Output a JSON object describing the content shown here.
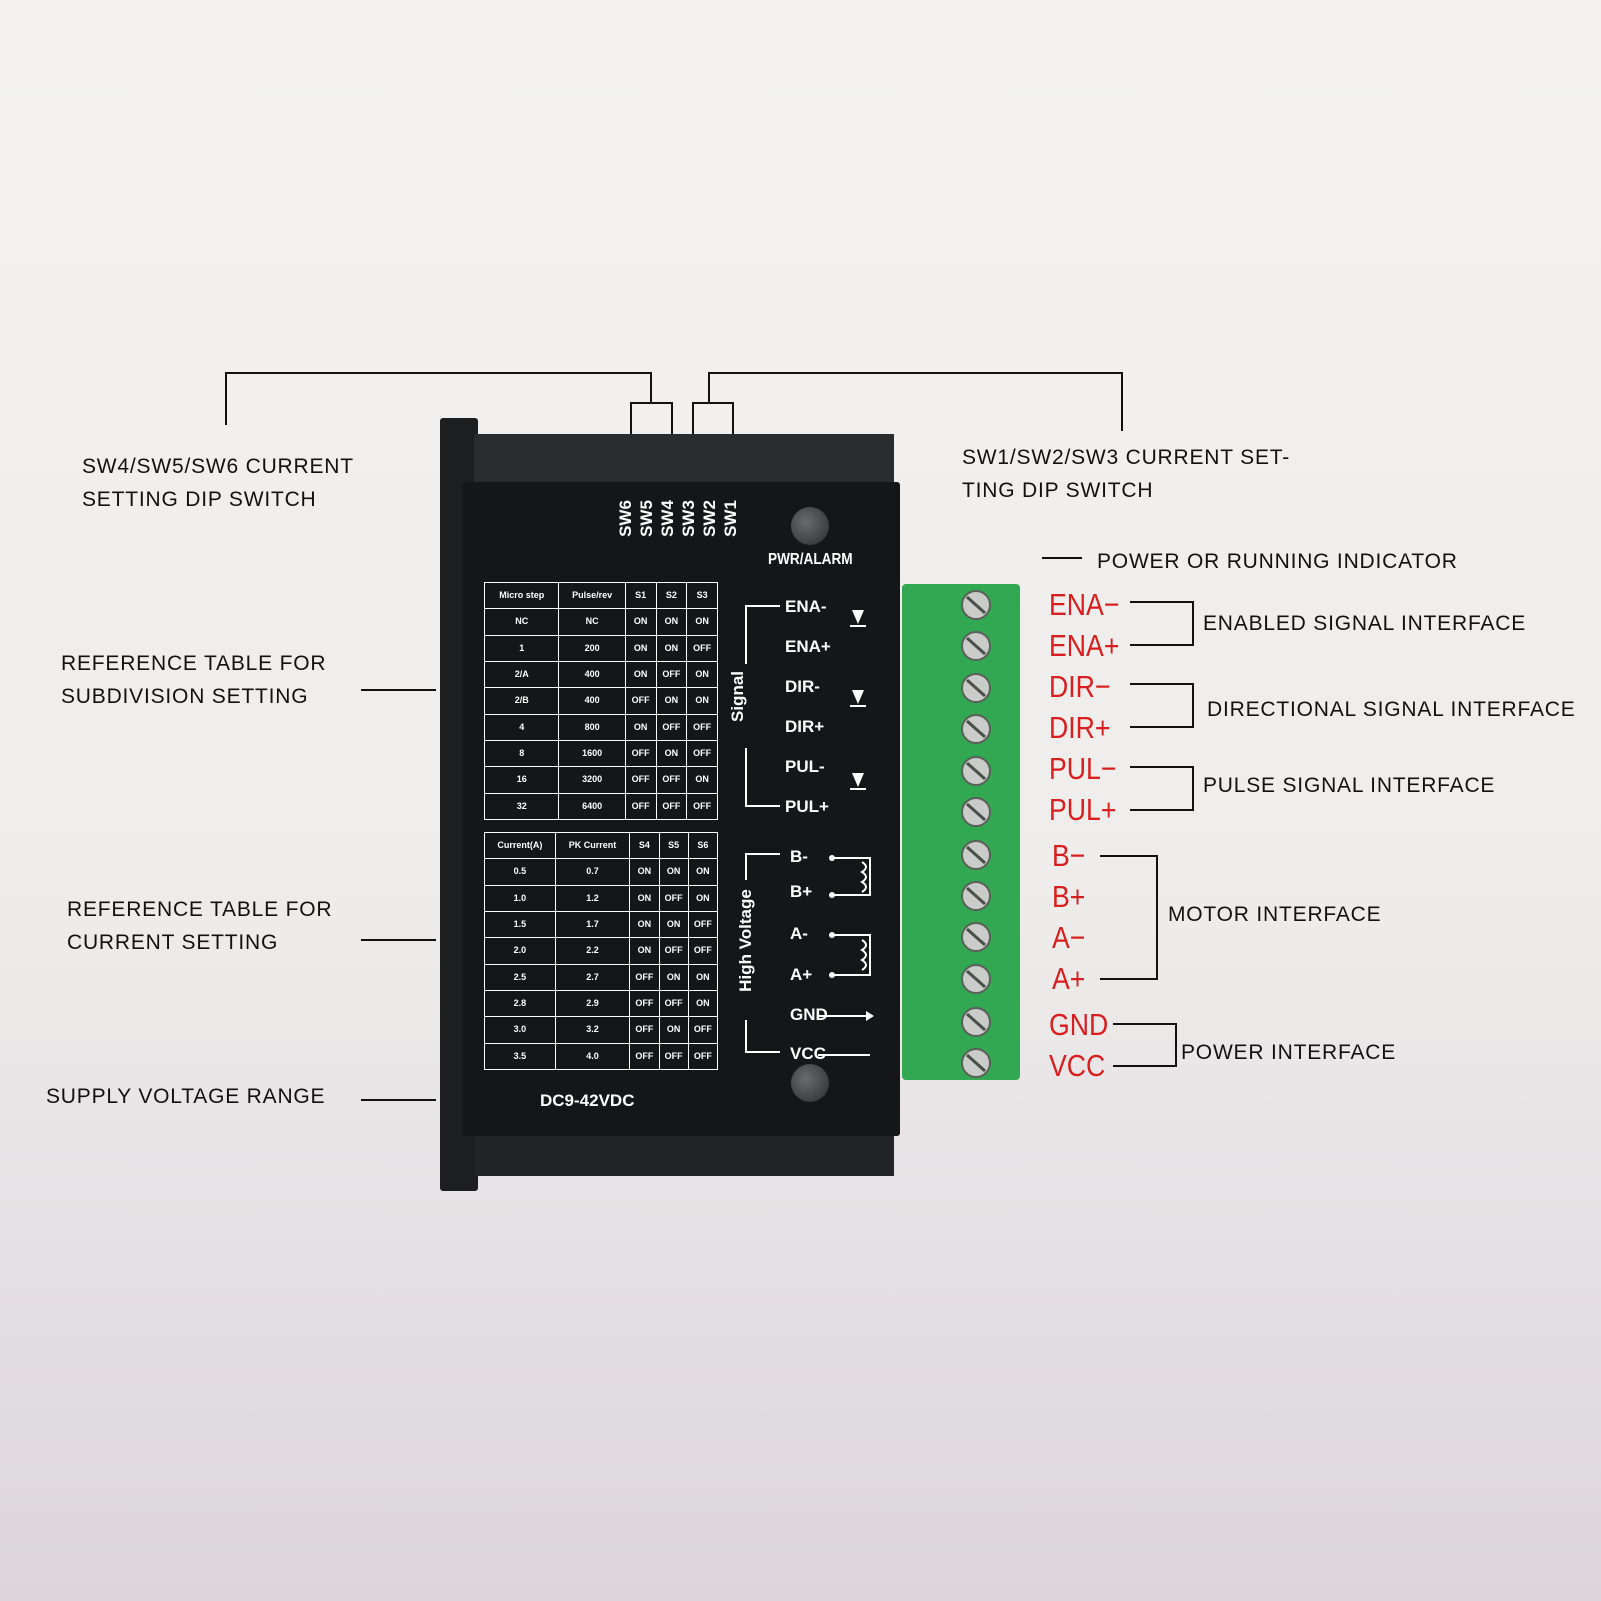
{
  "callouts": {
    "sw456": "SW4/SW5/SW6 CURRENT\nSETTING DIP SWITCH",
    "sw123": "SW1/SW2/SW3 CURRENT SET-\nTING DIP SWITCH",
    "power_indicator": "POWER OR RUNNING INDICATOR",
    "subdivision_table": "REFERENCE TABLE FOR\nSUBDIVISION SETTING",
    "current_table": "REFERENCE TABLE FOR\nCURRENT SETTING",
    "supply_voltage": "SUPPLY VOLTAGE RANGE",
    "enable": "ENABLED SIGNAL INTERFACE",
    "direction": "DIRECTIONAL SIGNAL INTERFACE",
    "pulse": "PULSE SIGNAL INTERFACE",
    "motor": "MOTOR INTERFACE",
    "power": "POWER INTERFACE"
  },
  "terminals": [
    "ENA−",
    "ENA+",
    "DIR−",
    "DIR+",
    "PUL−",
    "PUL+",
    "B−",
    "B+",
    "A−",
    "A+",
    "GND",
    "VCC"
  ],
  "board": {
    "switches": [
      "SW6",
      "SW5",
      "SW4",
      "SW3",
      "SW2",
      "SW1"
    ],
    "pwr_alarm": "PWR/ALARM",
    "signal_group": "Signal",
    "hv_group": "High Voltage",
    "pins": [
      "ENA-",
      "ENA+",
      "DIR-",
      "DIR+",
      "PUL-",
      "PUL+",
      "B-",
      "B+",
      "A-",
      "A+",
      "GND",
      "VCC"
    ],
    "supply": "DC9-42VDC",
    "micro_table": {
      "headers": [
        "Micro step",
        "Pulse/rev",
        "S1",
        "S2",
        "S3"
      ],
      "rows": [
        [
          "NC",
          "NC",
          "ON",
          "ON",
          "ON"
        ],
        [
          "1",
          "200",
          "ON",
          "ON",
          "OFF"
        ],
        [
          "2/A",
          "400",
          "ON",
          "OFF",
          "ON"
        ],
        [
          "2/B",
          "400",
          "OFF",
          "ON",
          "ON"
        ],
        [
          "4",
          "800",
          "ON",
          "OFF",
          "OFF"
        ],
        [
          "8",
          "1600",
          "OFF",
          "ON",
          "OFF"
        ],
        [
          "16",
          "3200",
          "OFF",
          "OFF",
          "ON"
        ],
        [
          "32",
          "6400",
          "OFF",
          "OFF",
          "OFF"
        ]
      ]
    },
    "current_table": {
      "headers": [
        "Current(A)",
        "PK Current",
        "S4",
        "S5",
        "S6"
      ],
      "rows": [
        [
          "0.5",
          "0.7",
          "ON",
          "ON",
          "ON"
        ],
        [
          "1.0",
          "1.2",
          "ON",
          "OFF",
          "ON"
        ],
        [
          "1.5",
          "1.7",
          "ON",
          "ON",
          "OFF"
        ],
        [
          "2.0",
          "2.2",
          "ON",
          "OFF",
          "OFF"
        ],
        [
          "2.5",
          "2.7",
          "OFF",
          "ON",
          "ON"
        ],
        [
          "2.8",
          "2.9",
          "OFF",
          "OFF",
          "ON"
        ],
        [
          "3.0",
          "3.2",
          "OFF",
          "ON",
          "OFF"
        ],
        [
          "3.5",
          "4.0",
          "OFF",
          "OFF",
          "OFF"
        ]
      ]
    }
  },
  "colors": {
    "board": "#151617",
    "connector": "#33a853",
    "terminal_red": "#d81e1e"
  }
}
